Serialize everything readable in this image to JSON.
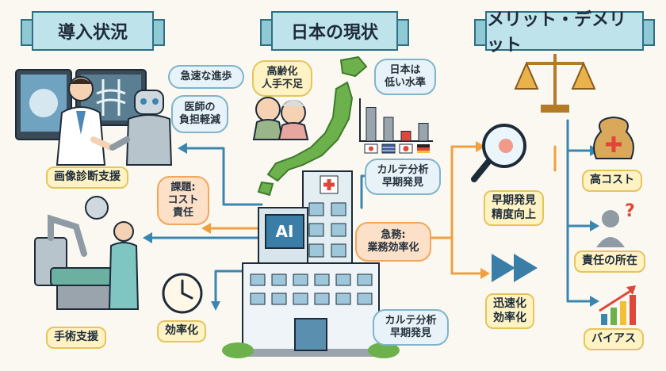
{
  "banners": {
    "left": "導入状況",
    "center": "日本の現状",
    "right": "メリット・デメリット"
  },
  "left": {
    "bubble_progress": "急速な進歩",
    "bubble_burden": "医師の\n負担軽減",
    "label_imaging": "画像診断支援",
    "bubble_issue": "課題:\nコスト\n責任",
    "label_surgery": "手術支援",
    "label_efficiency": "効率化"
  },
  "center": {
    "bubble_aging": "高齢化\n人手不足",
    "bubble_japan_low": "日本は\n低い水準",
    "bubble_chart_analysis_top": "カルテ分析\n早期発見",
    "ai_panel": "AI",
    "bubble_urgent": "急務:\n業務効率化",
    "bubble_chart_analysis_bottom": "カルテ分析\n早期発見"
  },
  "right": {
    "label_early_detection": "早期発見\n精度向上",
    "label_speed": "迅速化\n効率化",
    "label_high_cost": "高コスト",
    "label_responsibility": "責任の所在",
    "label_bias": "バイアス"
  },
  "chart_data": {
    "type": "bar",
    "categories": [
      "韓国",
      "米国",
      "日本",
      "ドイツ"
    ],
    "values": [
      85,
      60,
      25,
      45
    ],
    "colors": [
      "#9aa4ad",
      "#9aa4ad",
      "#e0463a",
      "#9aa4ad"
    ]
  },
  "colors": {
    "banner_fill": "#bfe3ea",
    "arrow_blue": "#3a86b0",
    "arrow_orange": "#f0a040",
    "map_green": "#6cb14c",
    "cross_red": "#e0463a"
  }
}
